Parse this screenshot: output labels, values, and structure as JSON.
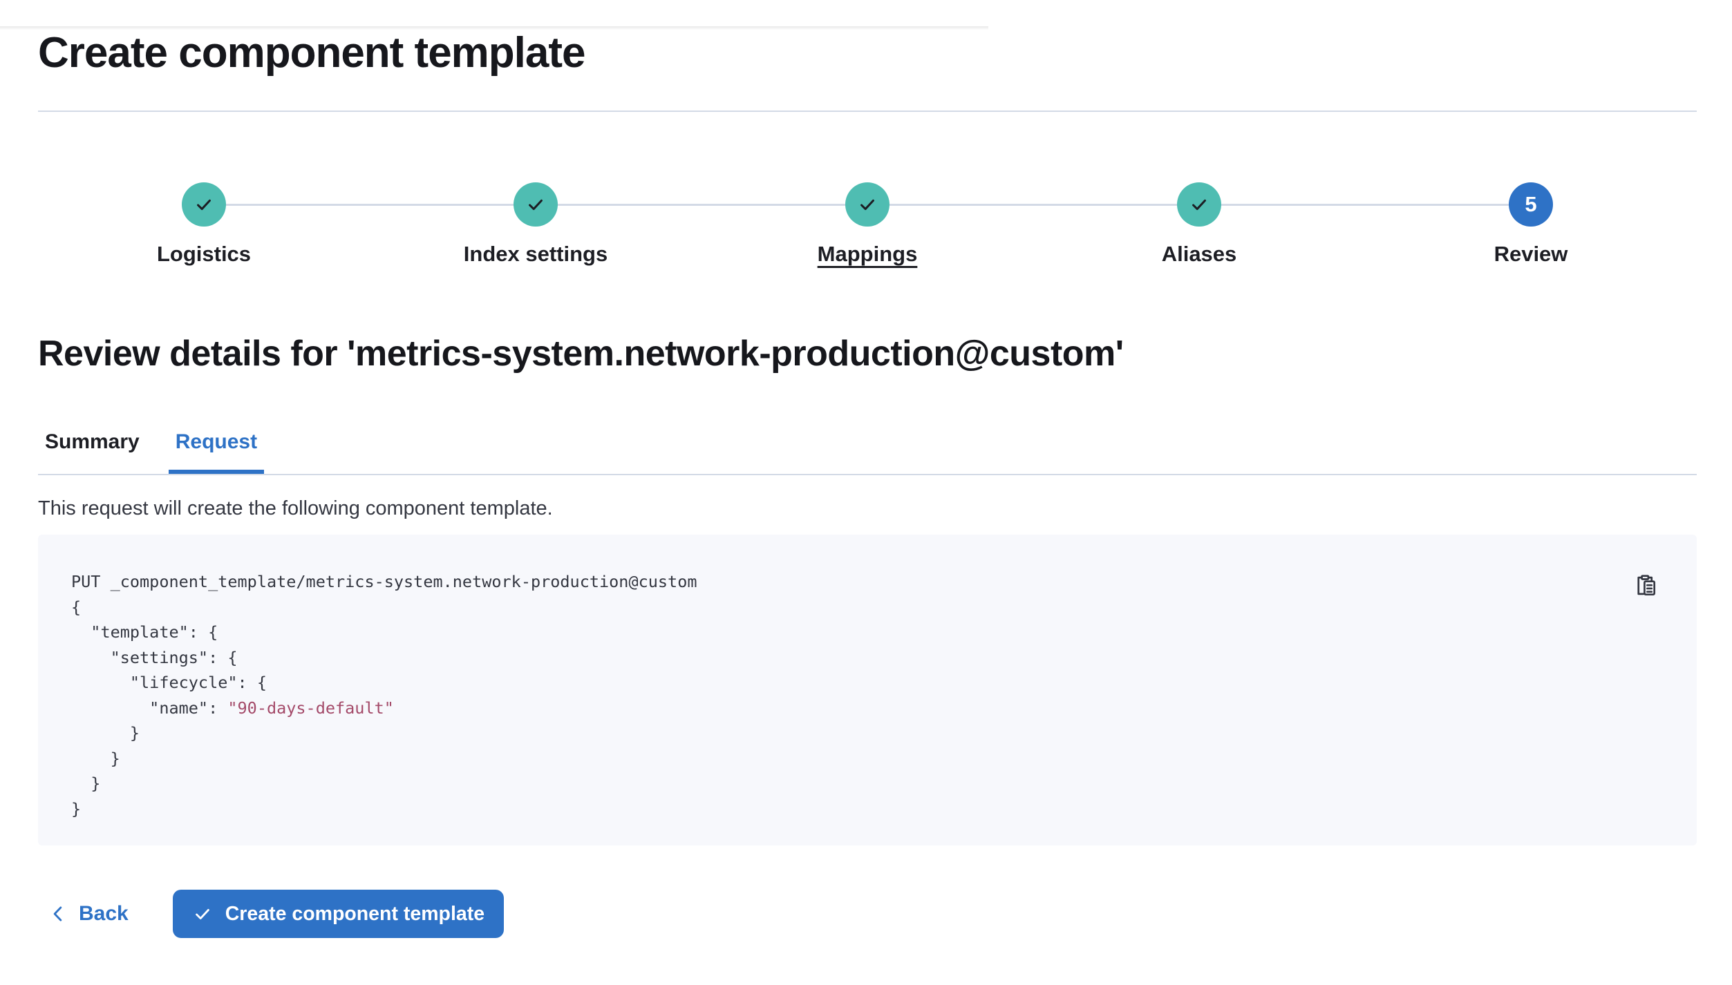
{
  "page": {
    "title": "Create component template"
  },
  "stepper": {
    "steps": [
      {
        "label": "Logistics",
        "state": "complete"
      },
      {
        "label": "Index settings",
        "state": "complete"
      },
      {
        "label": "Mappings",
        "state": "complete"
      },
      {
        "label": "Aliases",
        "state": "complete"
      },
      {
        "label": "Review",
        "state": "current",
        "number": "5"
      }
    ]
  },
  "review_section": {
    "heading": "Review details for 'metrics-system.network-production@custom'",
    "tabs": [
      {
        "label": "Summary"
      },
      {
        "label": "Request"
      }
    ],
    "active_tab": "Request",
    "description": "This request will create the following component template."
  },
  "request_preview": {
    "method_line": "PUT _component_template/metrics-system.network-production@custom",
    "body_before_string": "\n{\n  \"template\": {\n    \"settings\": {\n      \"lifecycle\": {\n        \"name\": ",
    "string_value": "\"90-days-default\"",
    "body_after_string": "\n      }\n    }\n  }\n}"
  },
  "footer": {
    "back_label": "Back",
    "create_label": "Create component template"
  },
  "colors": {
    "accent_blue": "#2E72C6",
    "success_teal": "#4FBDB2",
    "divider_gray": "#D3DAE6",
    "code_background": "#F7F8FC",
    "code_string": "#A44A69",
    "text_heading": "#16171C",
    "text_body": "#343741"
  }
}
